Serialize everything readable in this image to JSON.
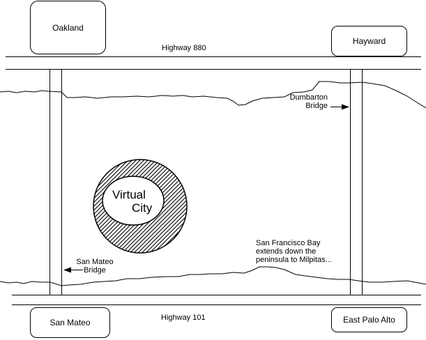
{
  "cities": {
    "oakland": "Oakland",
    "hayward": "Hayward",
    "san_mateo": "San Mateo",
    "east_palo_alto": "East Palo Alto"
  },
  "highways": {
    "north": "Highway 880",
    "south": "Highway 101"
  },
  "bridges": {
    "dumbarton": [
      "Dumbarton",
      "Bridge"
    ],
    "san_mateo": [
      "San Mateo",
      "Bridge"
    ]
  },
  "bay_note": [
    "San Francisco Bay",
    "extends down the",
    "peninsula to Milpitas..."
  ],
  "virtual_city": [
    "Virtual",
    "City"
  ],
  "icons": {
    "bridge_arrow": "arrow-icon",
    "city_marker": "hatched-ring"
  }
}
